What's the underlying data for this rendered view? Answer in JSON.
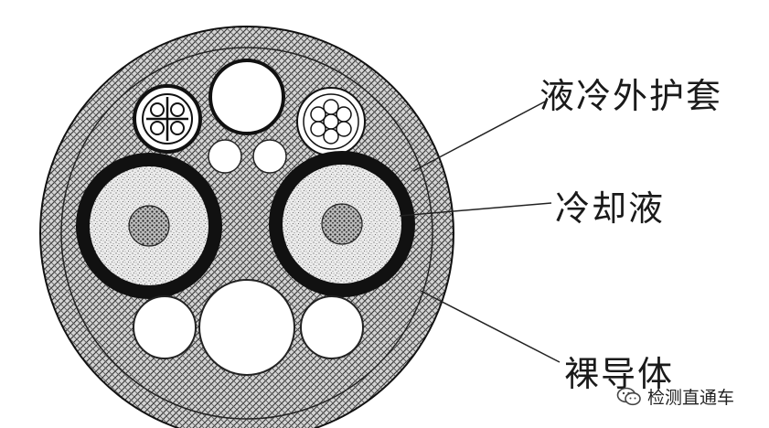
{
  "labels": {
    "jacket": "液冷外护套",
    "coolant": "冷却液",
    "conductor": "裸导体"
  },
  "watermark": {
    "text": "检测直通车",
    "icon": "wechat-icon"
  },
  "colors": {
    "line": "#111111",
    "hatch_bg": "#cfcfcf",
    "stipple_bg": "#eaeaea",
    "background": "#ffffff"
  }
}
